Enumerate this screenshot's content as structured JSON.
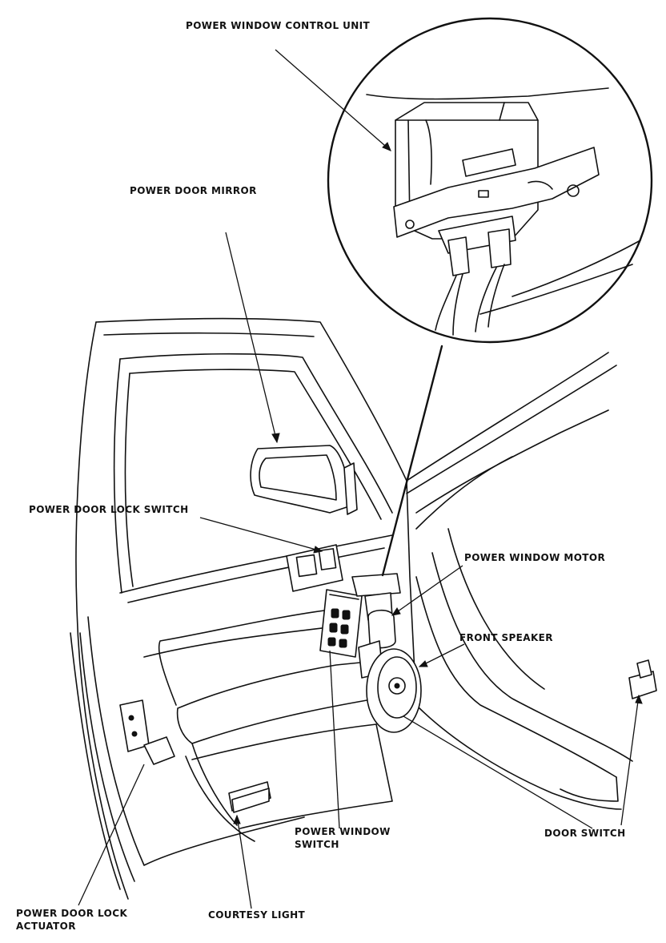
{
  "labels": {
    "power_window_control_unit": "POWER WINDOW CONTROL UNIT",
    "power_door_mirror": "POWER DOOR MIRROR",
    "power_door_lock_switch": "POWER DOOR LOCK SWITCH",
    "power_window_motor": "POWER WINDOW MOTOR",
    "front_speaker": "FRONT SPEAKER",
    "power_window_switch_line1": "POWER WINDOW",
    "power_window_switch_line2": "SWITCH",
    "door_switch": "DOOR SWITCH",
    "power_door_lock_actuator_line1": "POWER DOOR LOCK",
    "power_door_lock_actuator_line2": "ACTUATOR",
    "courtesy_light": "COURTESY LIGHT"
  },
  "colors": {
    "ink": "#111111",
    "paper": "#ffffff"
  }
}
